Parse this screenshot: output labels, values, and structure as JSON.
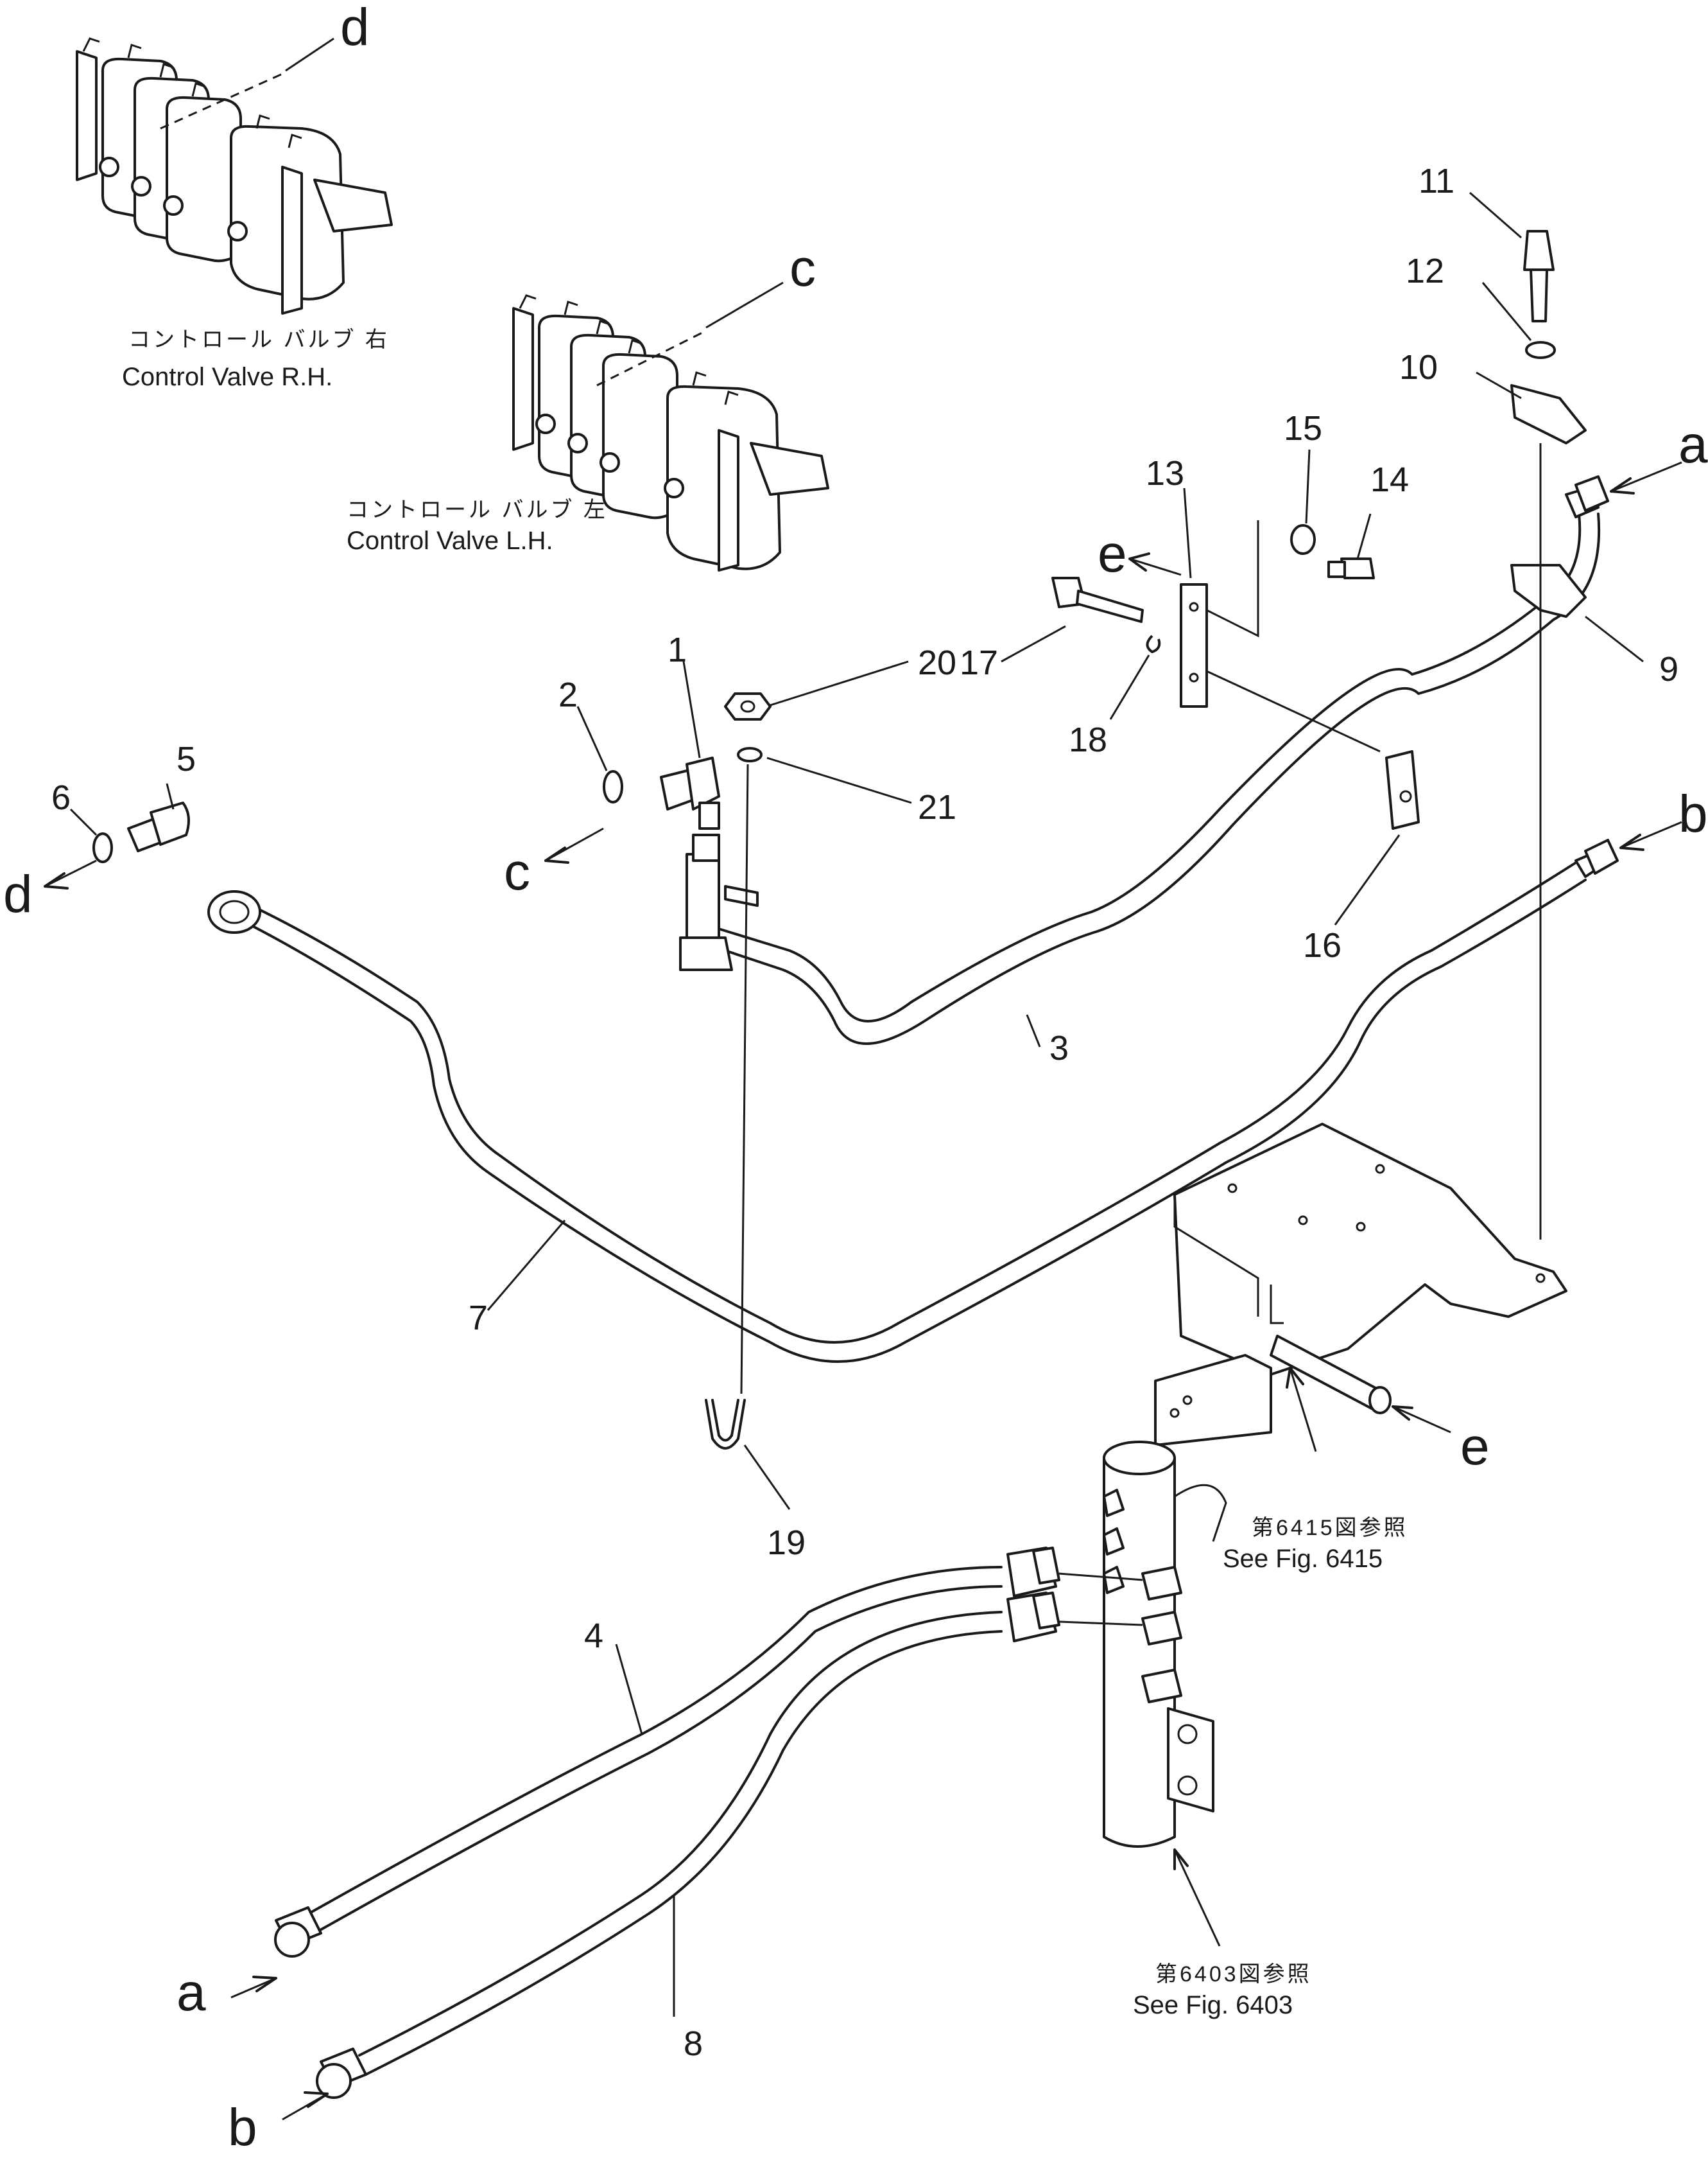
{
  "labels": {
    "p1": "1",
    "p2": "2",
    "p3": "3",
    "p4": "4",
    "p5": "5",
    "p6": "6",
    "p7": "7",
    "p8": "8",
    "p9": "9",
    "p10": "10",
    "p11": "11",
    "p12": "12",
    "p13": "13",
    "p14": "14",
    "p15": "15",
    "p16": "16",
    "p17": "17",
    "p18": "18",
    "p19": "19",
    "p20": "20",
    "p21": "21"
  },
  "refs": {
    "a": "a",
    "b": "b",
    "c": "c",
    "d": "d",
    "e": "e"
  },
  "captions": {
    "valve_rh_jp": "コントロール バルブ 右",
    "valve_rh_en": "Control Valve R.H.",
    "valve_lh_jp": "コントロール バルブ 左",
    "valve_lh_en": "Control Valve L.H.",
    "fig6415_jp": "第6415図参照",
    "fig6415_en": "See Fig. 6415",
    "fig6403_jp": "第6403図参照",
    "fig6403_en": "See Fig. 6403"
  }
}
